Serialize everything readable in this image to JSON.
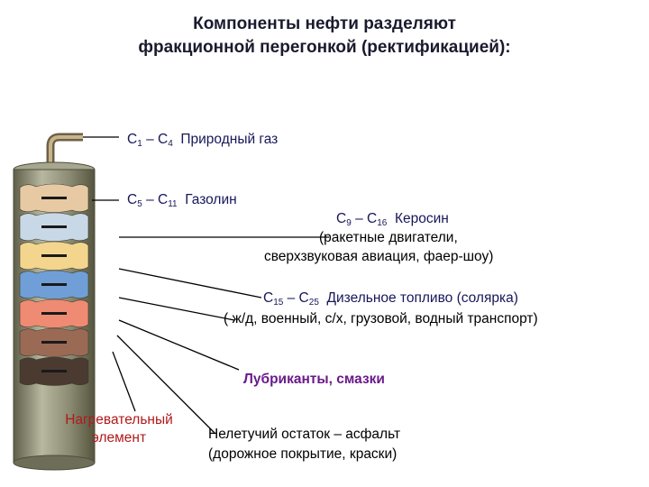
{
  "title": {
    "line1": "Компоненты нефти разделяют",
    "line2": "фракционной перегонкой (ректификацией):"
  },
  "fractions": {
    "gas": {
      "c_from": "1",
      "c_to": "4",
      "name": "Природный газ"
    },
    "gasoline": {
      "c_from": "5",
      "c_to": "11",
      "name": "Газолин"
    },
    "kerosene": {
      "c_from": "9",
      "c_to": "16",
      "name": "Керосин",
      "use1": "(ракетные двигатели,",
      "use2": "сверхзвуковая авиация, фаер-шоу)"
    },
    "diesel": {
      "c_from": "15",
      "c_to": "25",
      "name": "Дизельное топливо (солярка)",
      "use": "( ж/д, военный, с/х, грузовой, водный транспорт)"
    },
    "lubricants": {
      "name": "Лубриканты, смазки"
    },
    "residue": {
      "line1": "Нелетучий остаток – асфальт",
      "line2": "(дорожное покрытие, краски)"
    }
  },
  "heater": {
    "line1": "Нагревательный",
    "line2": "элемент"
  },
  "colors": {
    "column_body": "#8a8a72",
    "layers": [
      "#e7c9a3",
      "#c9d8e6",
      "#f4d58d",
      "#6f9fd6",
      "#ef8a73",
      "#9a6a55",
      "#4a3a30"
    ],
    "title_text": "#1a1a2e",
    "fraction_text": "#17175a",
    "lubricants_text": "#6a1a8a",
    "heater_text": "#b01a1a"
  }
}
